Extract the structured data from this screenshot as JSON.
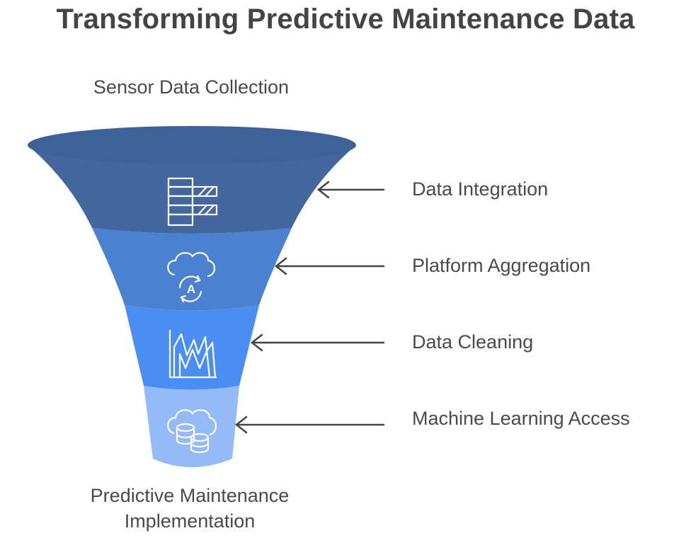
{
  "diagram": {
    "title": "Transforming Predictive Maintenance Data",
    "top_label": "Sensor Data Collection",
    "bottom_label": [
      "Predictive Maintenance",
      "Implementation"
    ],
    "stages": [
      {
        "label": "Data Integration",
        "color": "#42669d",
        "icon": "data-integration-icon"
      },
      {
        "label": "Platform Aggregation",
        "color": "#4a81d1",
        "icon": "cloud-automation-icon"
      },
      {
        "label": "Data Cleaning",
        "color": "#4b8ef3",
        "icon": "chart-cleaning-icon"
      },
      {
        "label": "Machine Learning Access",
        "color": "#94bbf7",
        "icon": "cloud-database-icon"
      }
    ],
    "funnel_rim_color": "#3e6298",
    "arrow_color": "#444444"
  }
}
